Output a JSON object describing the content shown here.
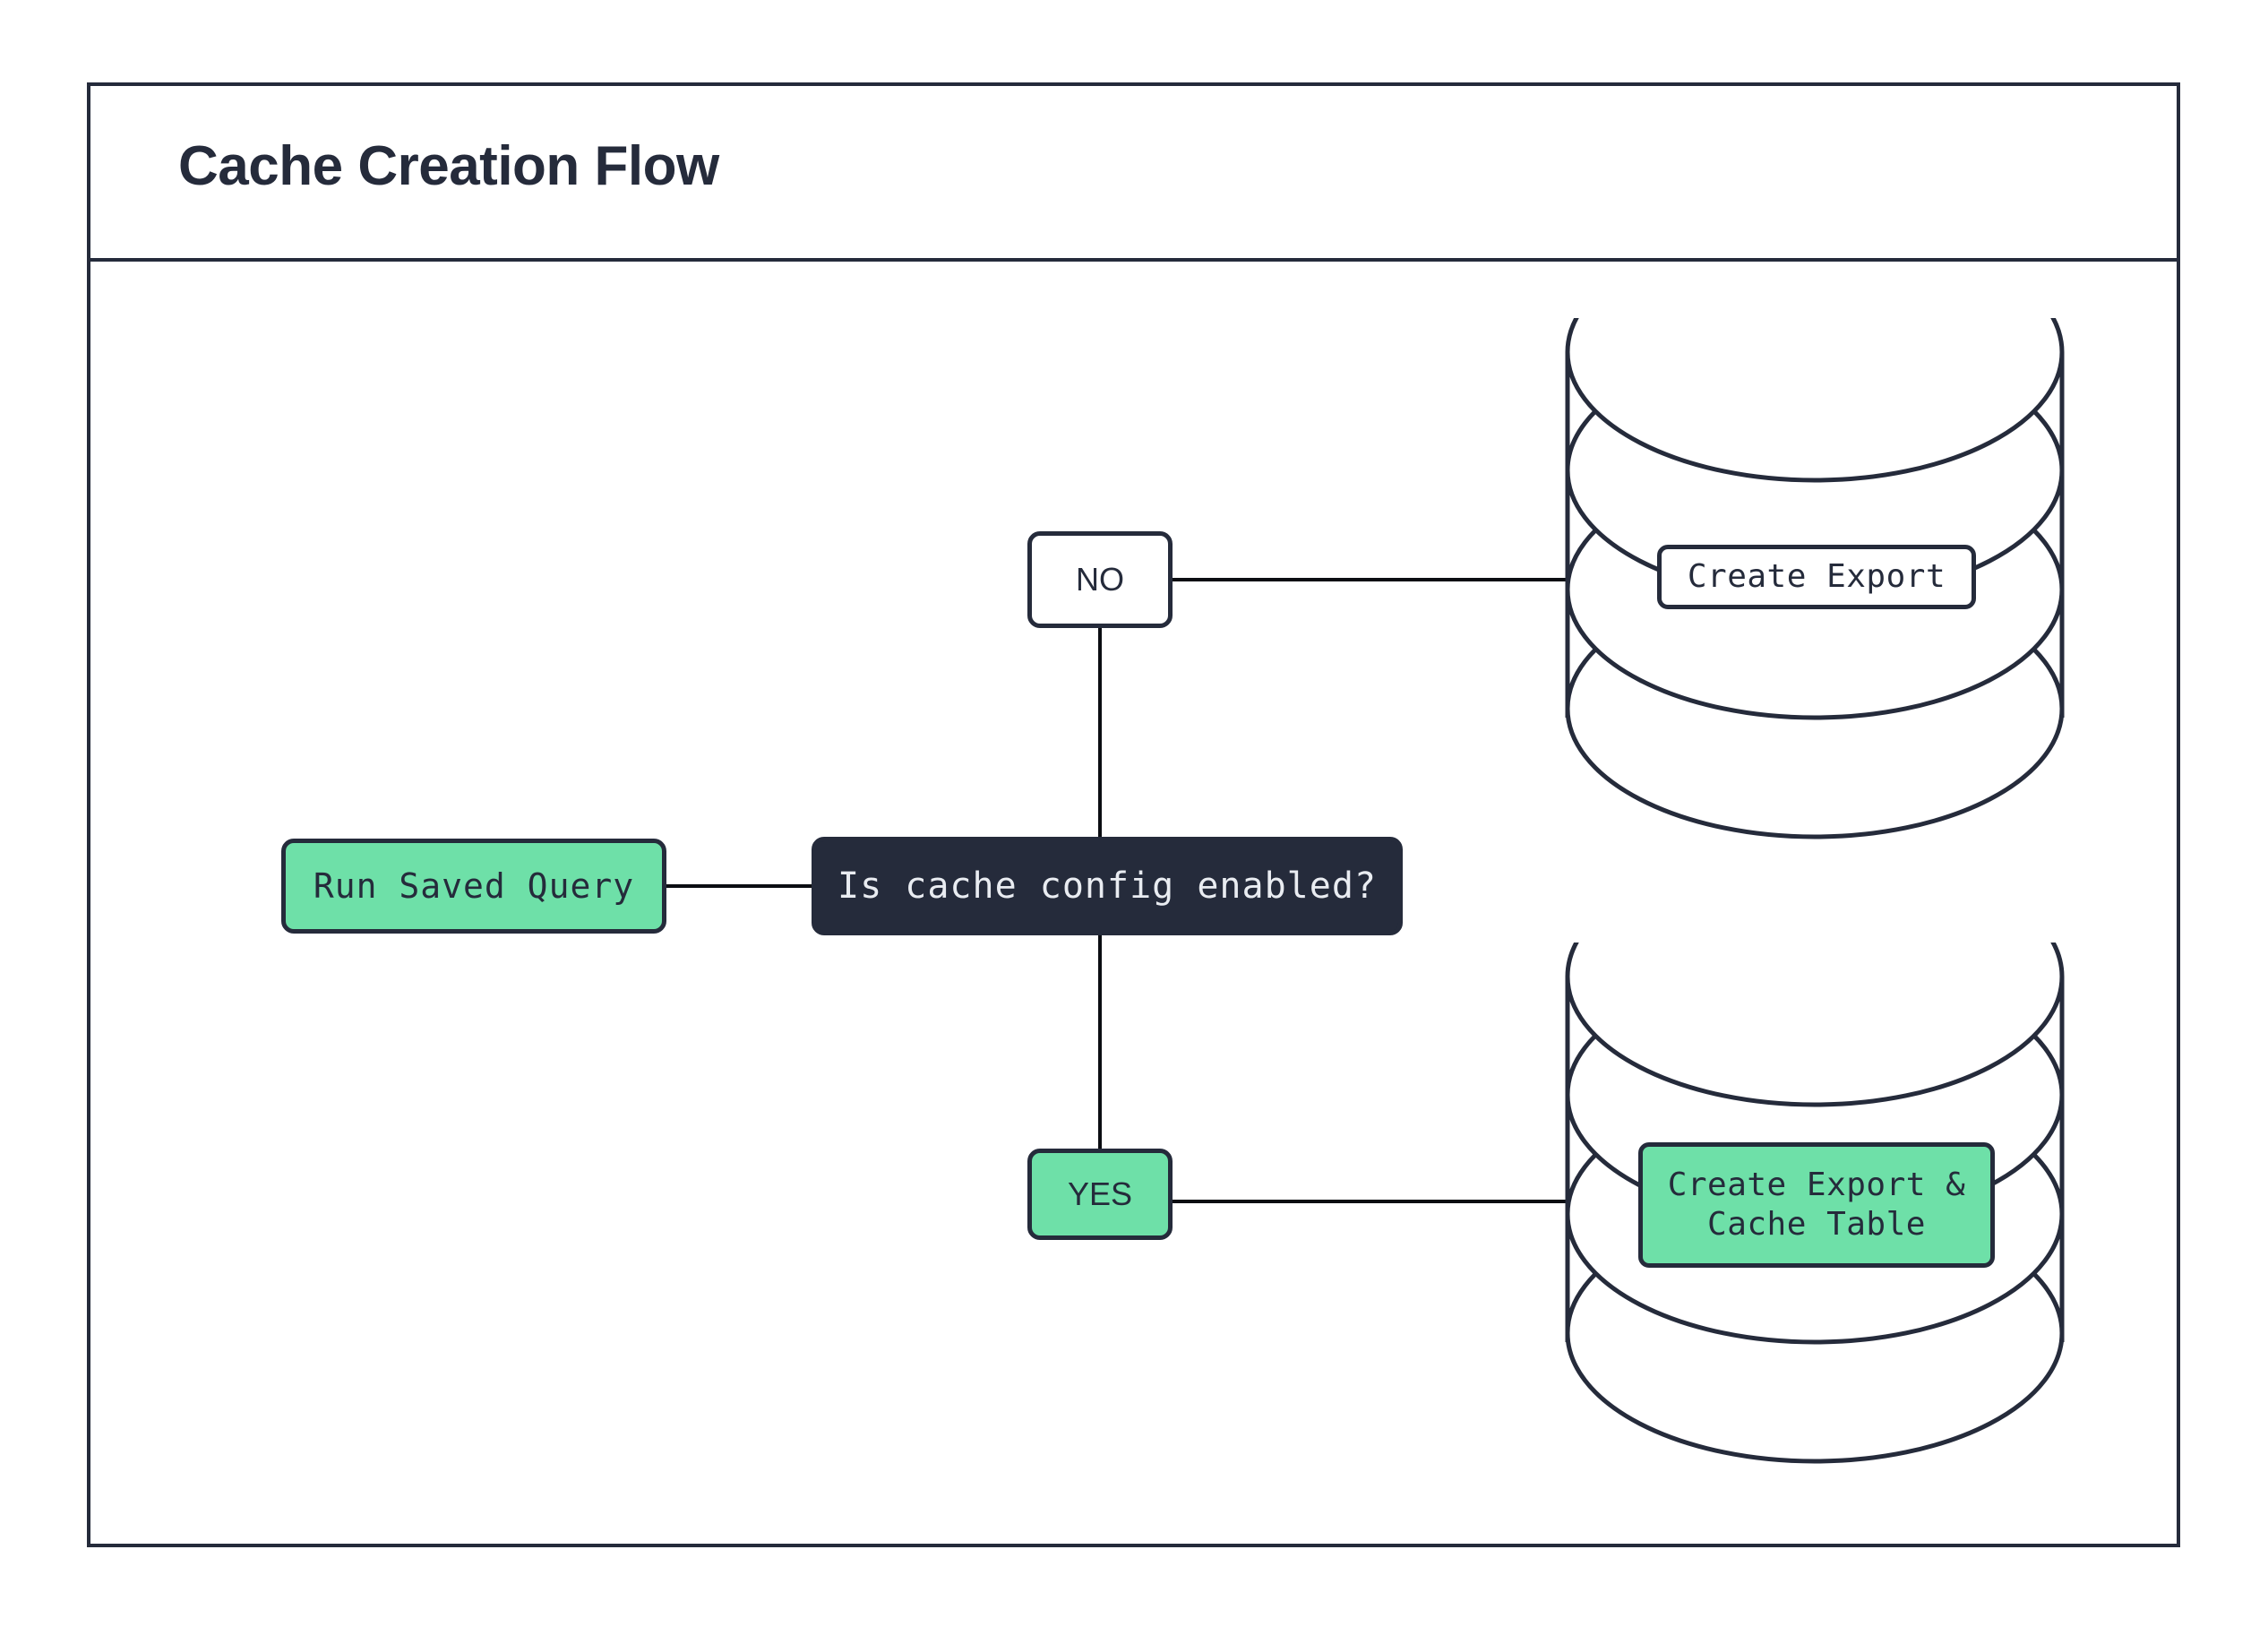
{
  "diagram": {
    "title": "Cache Creation Flow",
    "colors": {
      "ink": "#252b3b",
      "green": "#6ee0a8",
      "white": "#ffffff",
      "edge": "#0b0d12"
    },
    "nodes": {
      "start": {
        "label": "Run Saved Query",
        "shape": "rounded-rect",
        "fill": "green"
      },
      "decision": {
        "label": "Is cache config enabled?",
        "shape": "rounded-rect",
        "fill": "dark"
      },
      "branch_no": {
        "label": "NO",
        "shape": "rounded-rect",
        "fill": "white"
      },
      "branch_yes": {
        "label": "YES",
        "shape": "rounded-rect",
        "fill": "green"
      },
      "db_export": {
        "label": "Create Export",
        "shape": "database-cylinder",
        "fill": "white"
      },
      "db_cache": {
        "label": "Create Export\n& Cache Table",
        "shape": "database-cylinder",
        "fill": "green"
      }
    },
    "edges": [
      {
        "from": "start",
        "to": "decision"
      },
      {
        "from": "decision",
        "to": "branch_no"
      },
      {
        "from": "branch_no",
        "to": "db_export"
      },
      {
        "from": "decision",
        "to": "branch_yes"
      },
      {
        "from": "branch_yes",
        "to": "db_cache"
      }
    ]
  }
}
